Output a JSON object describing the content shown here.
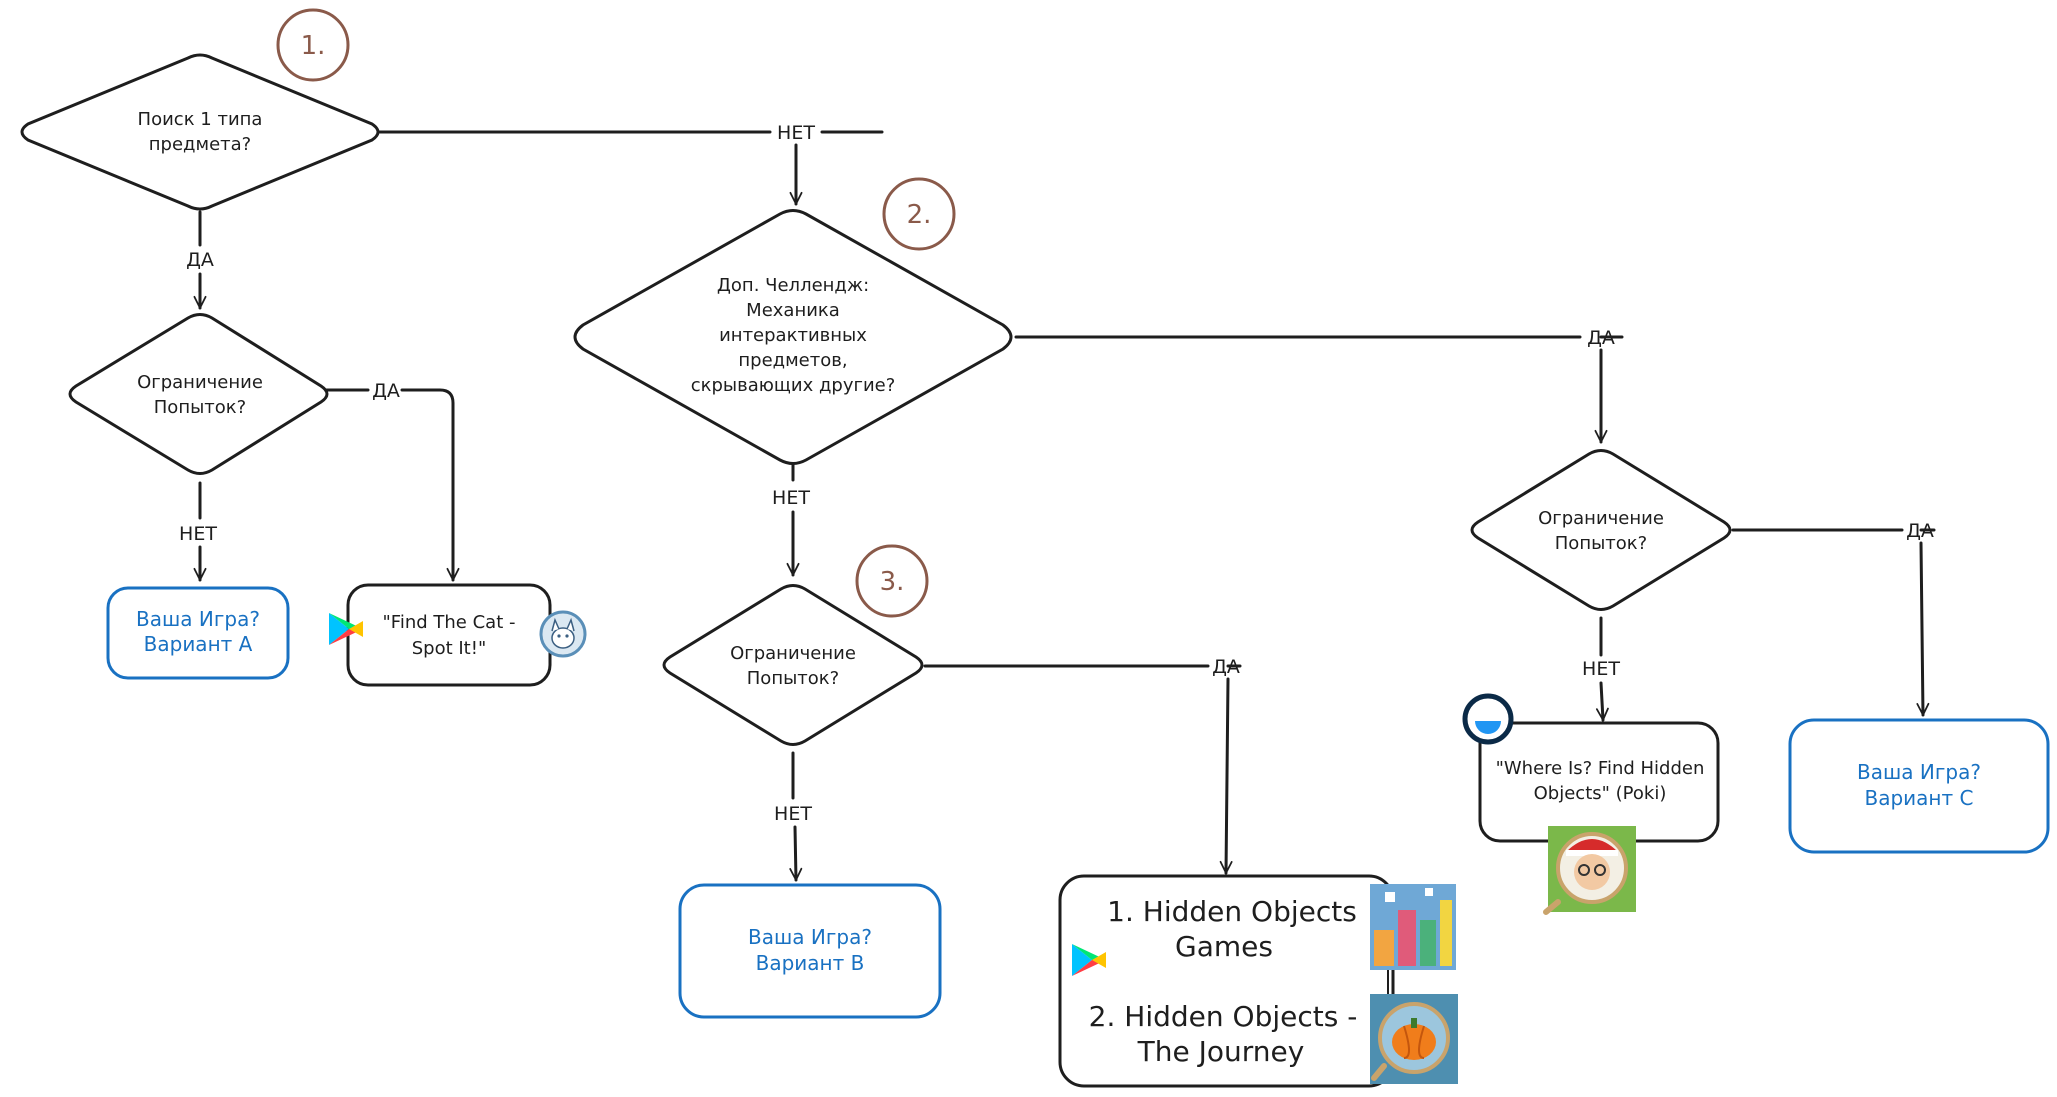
{
  "markers": [
    "1.",
    "2.",
    "3."
  ],
  "decisions": {
    "d1": [
      "Поиск 1 типа",
      "предмета?"
    ],
    "d2": [
      "Доп. Челлендж:",
      "Механика",
      "интерактивных",
      "предметов,",
      "скрывающих другие?"
    ],
    "d3": [
      "Ограничение",
      "Попыток?"
    ],
    "d4": [
      "Ограничение",
      "Попыток?"
    ],
    "d5": [
      "Ограничение",
      "Попыток?"
    ]
  },
  "edge_labels": {
    "d1_no": "НЕТ",
    "d1_yes": "ДА",
    "d3_yes": "ДА",
    "d3_no": "НЕТ",
    "d2_yes": "ДА",
    "d2_no": "НЕТ",
    "d4_yes": "ДА",
    "d4_no": "НЕТ",
    "d5_yes": "ДА",
    "d5_no": "НЕТ"
  },
  "variants": {
    "a": [
      "Ваша Игра?",
      "Вариант А"
    ],
    "b": [
      "Ваша Игра?",
      "Вариант В"
    ],
    "c": [
      "Ваша Игра?",
      "Вариант С"
    ]
  },
  "games": {
    "find_the_cat": [
      "\"Find The Cat -",
      "Spot It!\""
    ],
    "where_is": [
      "\"Where Is? Find Hidden",
      "Objects\" (Poki)"
    ],
    "hidden_objects_1": [
      "1. Hidden Objects",
      "Games"
    ],
    "hidden_objects_2": [
      "2. Hidden Objects -",
      "The Journey"
    ]
  },
  "icons": [
    "google-play-icon",
    "poki-icon",
    "cat-thumbnail-icon",
    "waldo-thumbnail-icon",
    "city-thumbnail-icon",
    "pumpkin-thumbnail-icon"
  ],
  "colors": {
    "stroke": "#1e1e1e",
    "accent_blue": "#1971c2",
    "marker": "#8a5a4a"
  }
}
